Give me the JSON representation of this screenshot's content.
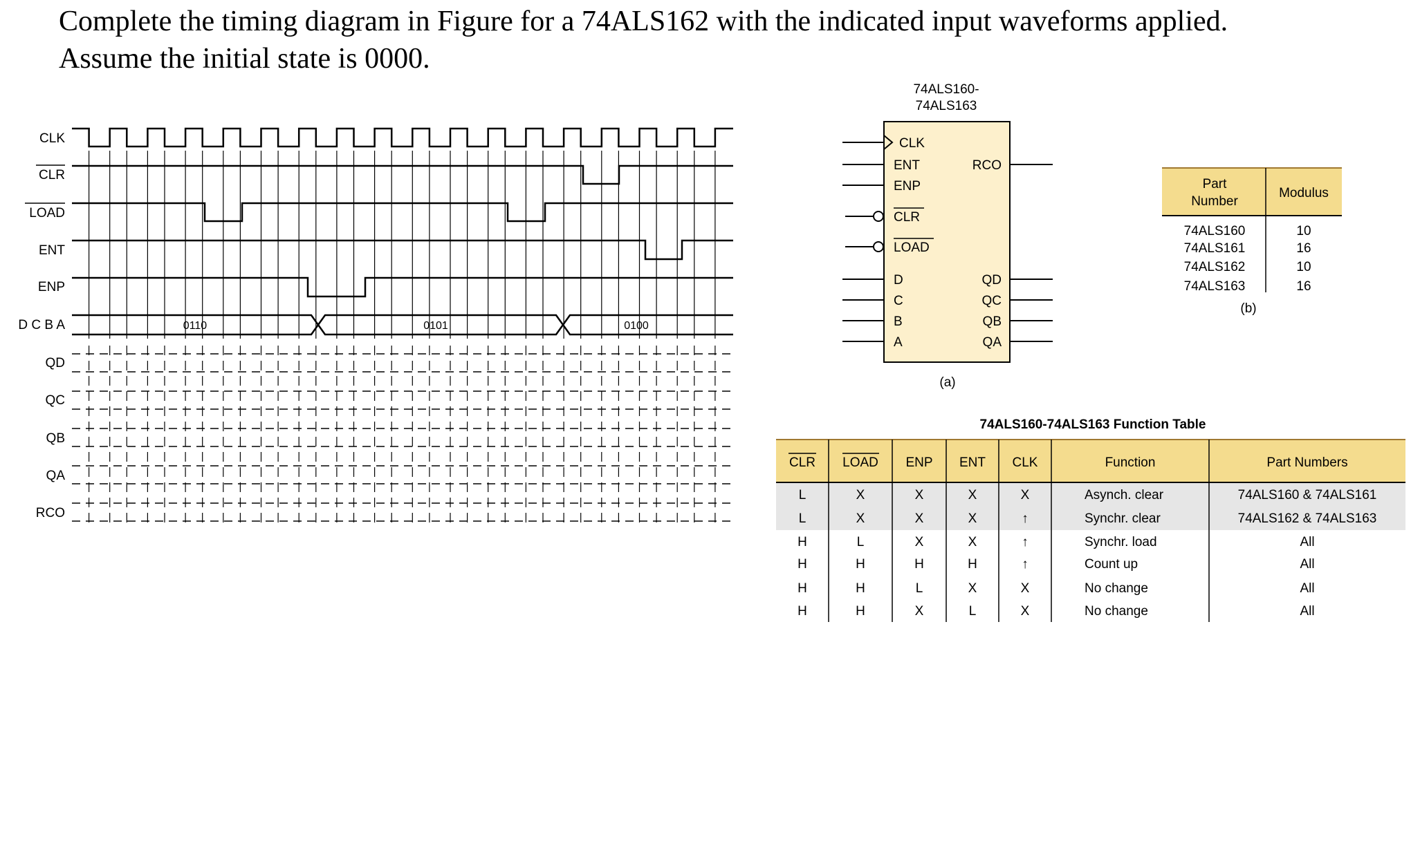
{
  "question": {
    "line1": "Complete the timing diagram in Figure for a 74ALS162 with the indicated input waveforms applied.",
    "line2": "Assume the initial state is 0000."
  },
  "timing": {
    "signals": {
      "clk": "CLK",
      "clr": "CLR",
      "load": "LOAD",
      "ent": "ENT",
      "enp": "ENP",
      "dcba": "D C B A",
      "qd": "QD",
      "qc": "QC",
      "qb": "QB",
      "qa": "QA",
      "rco": "RCO"
    },
    "data_values": [
      "0110",
      "0101",
      "0100"
    ]
  },
  "chip": {
    "title_line1": "74ALS160-",
    "title_line2": "74ALS163",
    "caption": "(a)",
    "left_pins": [
      "CLK",
      "ENT",
      "ENP",
      "CLR",
      "LOAD",
      "D",
      "C",
      "B",
      "A"
    ],
    "right_pins": [
      "RCO",
      "QD",
      "QC",
      "QB",
      "QA"
    ]
  },
  "modulus_table": {
    "headers": [
      "Part\nNumber",
      "Modulus"
    ],
    "header_part_line1": "Part",
    "header_part_line2": "Number",
    "header_modulus": "Modulus",
    "rows": [
      {
        "part": "74ALS160",
        "modulus": "10"
      },
      {
        "part": "74ALS161",
        "modulus": "16"
      },
      {
        "part": "74ALS162",
        "modulus": "10"
      },
      {
        "part": "74ALS163",
        "modulus": "16"
      }
    ],
    "caption": "(b)"
  },
  "function_table": {
    "title": "74ALS160-74ALS163 Function Table",
    "headers": [
      "CLR",
      "LOAD",
      "ENP",
      "ENT",
      "CLK",
      "Function",
      "Part Numbers"
    ],
    "rows": [
      [
        "L",
        "X",
        "X",
        "X",
        "X",
        "Asynch. clear",
        "74ALS160 & 74ALS161"
      ],
      [
        "L",
        "X",
        "X",
        "X",
        "↑",
        "Synchr. clear",
        "74ALS162 & 74ALS163"
      ],
      [
        "H",
        "L",
        "X",
        "X",
        "↑",
        "Synchr. load",
        "All"
      ],
      [
        "H",
        "H",
        "H",
        "H",
        "↑",
        "Count up",
        "All"
      ],
      [
        "H",
        "H",
        "L",
        "X",
        "X",
        "No change",
        "All"
      ],
      [
        "H",
        "H",
        "X",
        "L",
        "X",
        "No change",
        "All"
      ]
    ],
    "header_color": "#f4dc8e",
    "shade_color": "#e6e6e6"
  },
  "colors": {
    "chip_fill": "#fdf0cc"
  }
}
